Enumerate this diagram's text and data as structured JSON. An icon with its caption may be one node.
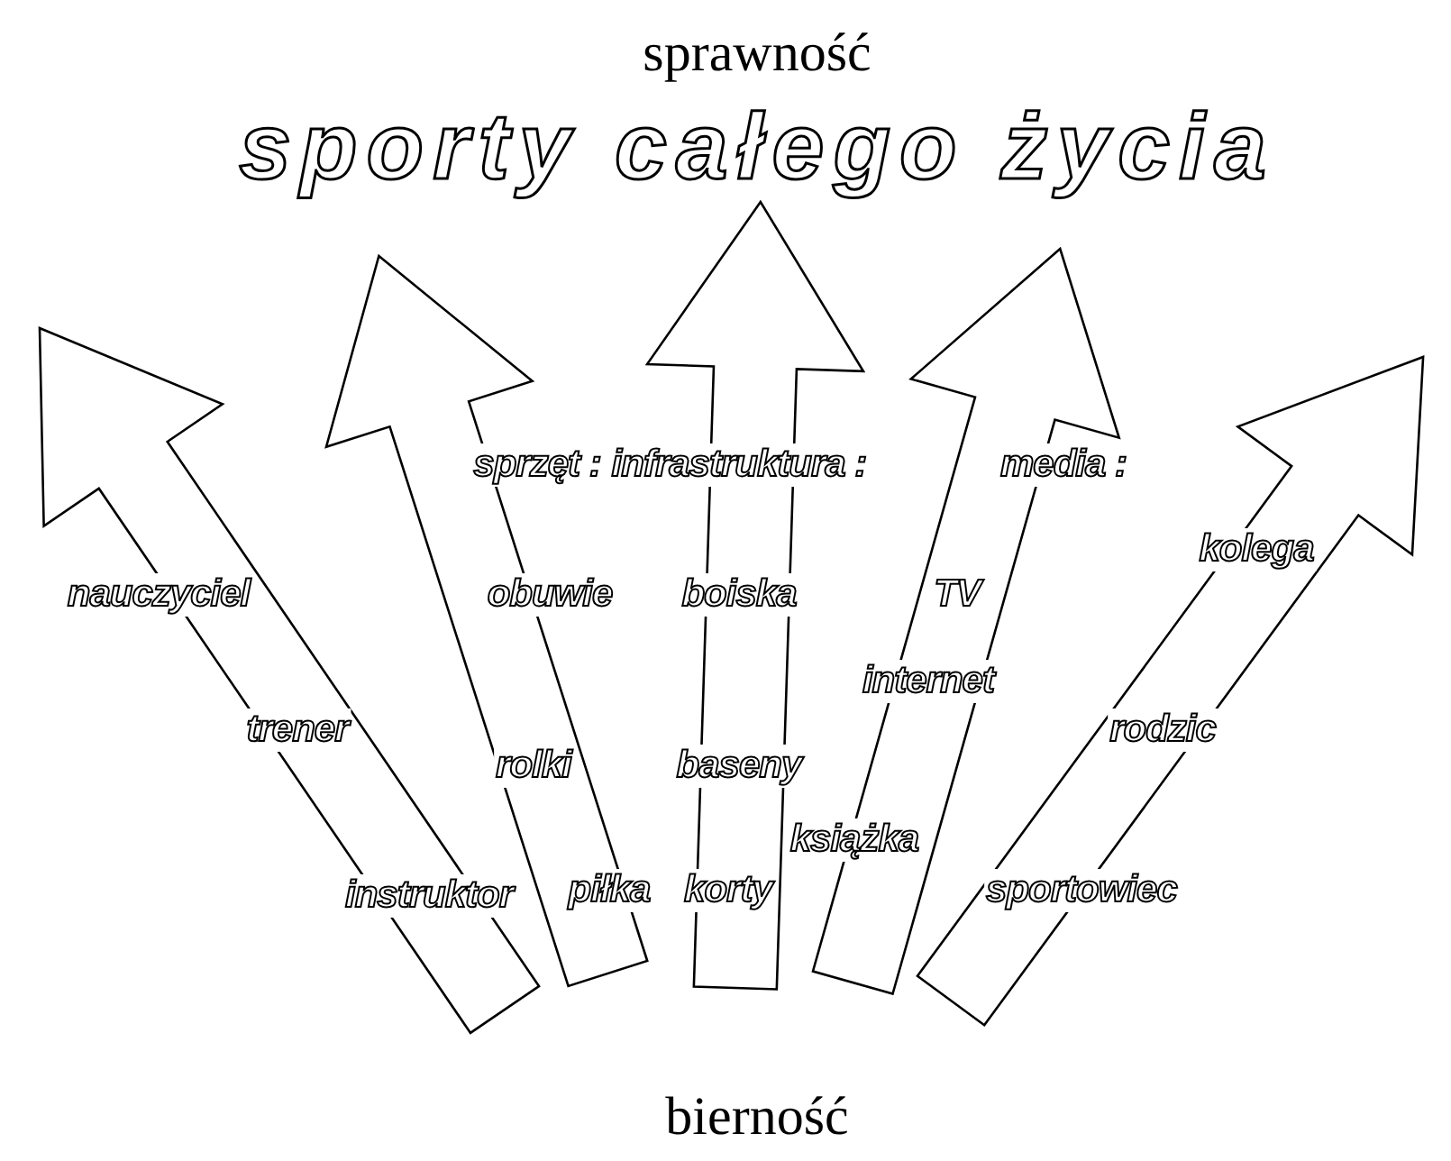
{
  "diagram": {
    "nodes": [
      {
        "text": [
          "nauczyciel",
          "trener",
          "instruktor"
        ]
      },
      {
        "text": [
          "sprzęt :",
          "obuwie",
          "rolki",
          "piłka"
        ]
      },
      {
        "text": [
          "infrastruktura :",
          "boiska",
          "baseny",
          "korty"
        ]
      },
      {
        "text": [
          "media :",
          "TV",
          "internet",
          "książka"
        ]
      },
      {
        "text": [
          "kolega",
          "rodzic",
          "sportowiec"
        ]
      }
    ],
    "edges": [],
    "labels": [
      "sprawność",
      "sporty całego życia",
      "bierność"
    ]
  }
}
